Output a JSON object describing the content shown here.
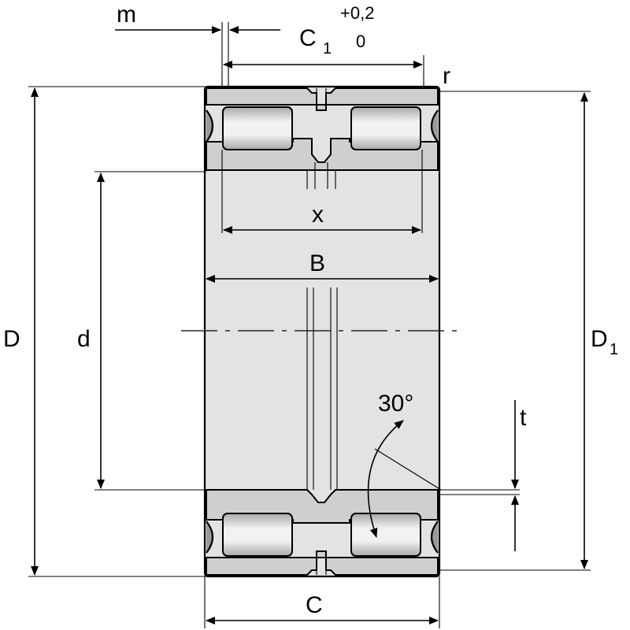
{
  "diagram": {
    "labels": {
      "m": "m",
      "c1_main": "C",
      "c1_sub": "1",
      "tol_upper": "+0,2",
      "tol_lower": "0",
      "r": "r",
      "x": "x",
      "B": "B",
      "D": "D",
      "d": "d",
      "D1_main": "D",
      "D1_sub": "1",
      "angle": "30°",
      "t": "t",
      "C": "C"
    },
    "colors": {
      "line": "#000000",
      "body_fill": "#e3e3e3",
      "ring_fill": "#cfcfcf",
      "roller_light": "#f2f2f2",
      "roller_dark": "#a8a8a8",
      "background": "#ffffff"
    }
  }
}
